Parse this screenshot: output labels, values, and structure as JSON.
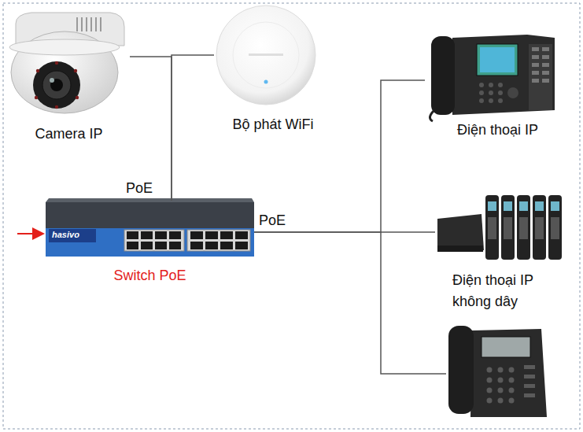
{
  "diagram": {
    "nodes": [
      {
        "text": [
          "Camera IP"
        ]
      },
      {
        "text": [
          "Bộ phát WiFi"
        ]
      },
      {
        "text": [
          "Điện thoại IP"
        ]
      },
      {
        "text": [
          "Switch PoE"
        ]
      },
      {
        "text": [
          "Điện thoại IP không dây"
        ]
      }
    ],
    "edges": [
      {
        "from": 3,
        "to": 0,
        "arrow": "none"
      },
      {
        "from": 3,
        "to": 1,
        "arrow": "none"
      },
      {
        "from": 3,
        "to": 2,
        "arrow": "none"
      },
      {
        "from": 3,
        "to": 4,
        "arrow": "none"
      }
    ],
    "labels": [
      "PoE",
      "PoE",
      "hasivo"
    ]
  }
}
